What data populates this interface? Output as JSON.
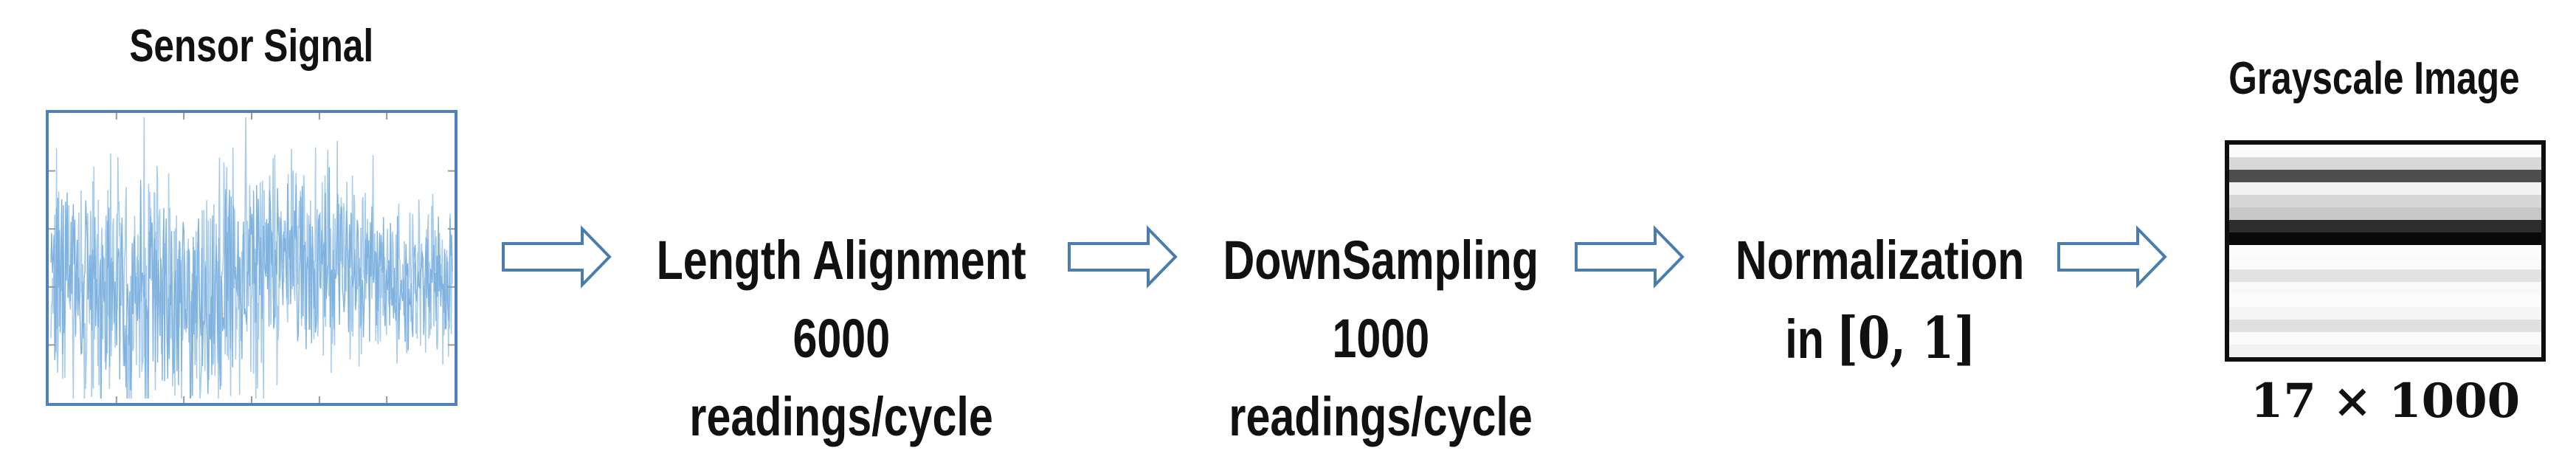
{
  "sensor": {
    "title": "Sensor Signal"
  },
  "steps": [
    {
      "line1": "Length Alignment",
      "line2": "6000",
      "line3": "readings/cycle"
    },
    {
      "line1": "DownSampling",
      "line2": "1000",
      "line3": "readings/cycle"
    },
    {
      "line1": "Normalization",
      "line2_prefix": "in",
      "line2_math": "[0, 1]"
    }
  ],
  "output": {
    "title": "Grayscale Image",
    "size_label": "17 × 1000",
    "stripes": [
      "#fafafa",
      "#d8d8d8",
      "#4d4d4d",
      "#f2f2f2",
      "#d6d6d6",
      "#c7c7c7",
      "#2d2d2d",
      "#090909",
      "#fcfcfc",
      "#fafafa",
      "#e2e2e2",
      "#f8f8f8",
      "#fcfcfc",
      "#f5f5f5",
      "#e0e0e0",
      "#fafafa",
      "#f1f1f1"
    ]
  },
  "colors": {
    "plot_border": "#4f81bd",
    "tick": "#999999",
    "signal_light": "#a9cdeb",
    "signal_dark": "#7fb2de",
    "arrow_stroke": "#4a7dae",
    "arrow_fill": "#ffffff",
    "image_border": "#0e0e0e",
    "text": "#111111"
  },
  "signal": {
    "points_main": 720,
    "points_overlay": 520,
    "seed_main": 11,
    "seed_overlay": 29,
    "baseline": 0.555,
    "amplitude": 0.37
  }
}
